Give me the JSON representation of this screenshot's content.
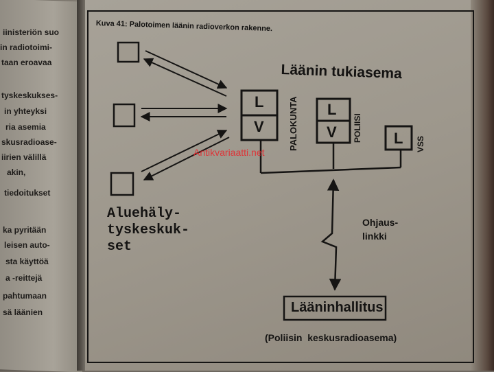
{
  "caption": "Kuva 41: Palotoimen läänin radioverkon rakenne.",
  "station_title": "Läänin tukiasema",
  "units": [
    {
      "top": "L",
      "bottom": "V",
      "name": "PALOKUNTA"
    },
    {
      "top": "L",
      "bottom": "V",
      "name": "POLIISI"
    },
    {
      "top": "L",
      "bottom": "",
      "name": "VSS"
    }
  ],
  "regional_centers_label": [
    "Aluehäly-",
    "tyskeskuk-",
    "set"
  ],
  "control_link_label": [
    "Ohjaus-",
    "linkki"
  ],
  "provincial_gov": "Lääninhallitus",
  "provincial_gov_note": "(Poliisin  keskusradioasema)",
  "watermark": "Antikvariaatti.net",
  "left_page_fragments": [
    "iinisteriön suo",
    "in radiotoimi-",
    "taan eroavaa",
    "",
    "tyskeskukses-",
    "in yhteyksi",
    "ria asemia",
    "skusradioase-",
    "iirien välillä",
    "akin,",
    "tiedoitukset",
    "",
    "ka pyritään",
    "leisen auto-",
    "sta käyttöä",
    "a -reittejä",
    "pahtumaan",
    "sä läänien"
  ]
}
